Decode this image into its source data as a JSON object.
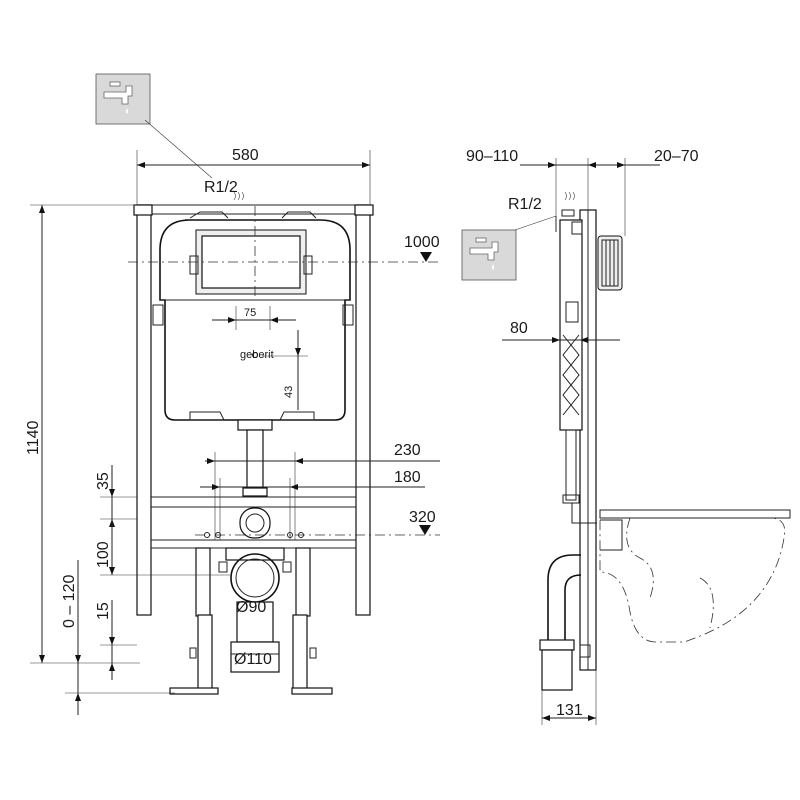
{
  "dimensions": {
    "frame_width": "580",
    "inlet_top": "R1/2",
    "inlet_side": "R1/2",
    "button_height": "1000",
    "button_span": "75",
    "button_offset": "43",
    "stud_outer": "230",
    "stud_inner": "180",
    "drain_height": "320",
    "total_height": "1140",
    "d35": "35",
    "d100": "100",
    "d15": "15",
    "leg_adjust": "0 – 120",
    "side_offset": "90–110",
    "side_depth": "20–70",
    "side_80": "80",
    "side_131": "131",
    "pipe_90": "Ø90",
    "pipe_110": "Ø110"
  },
  "icons": {
    "faucet_top": "faucet-icon",
    "faucet_side": "faucet-icon"
  }
}
